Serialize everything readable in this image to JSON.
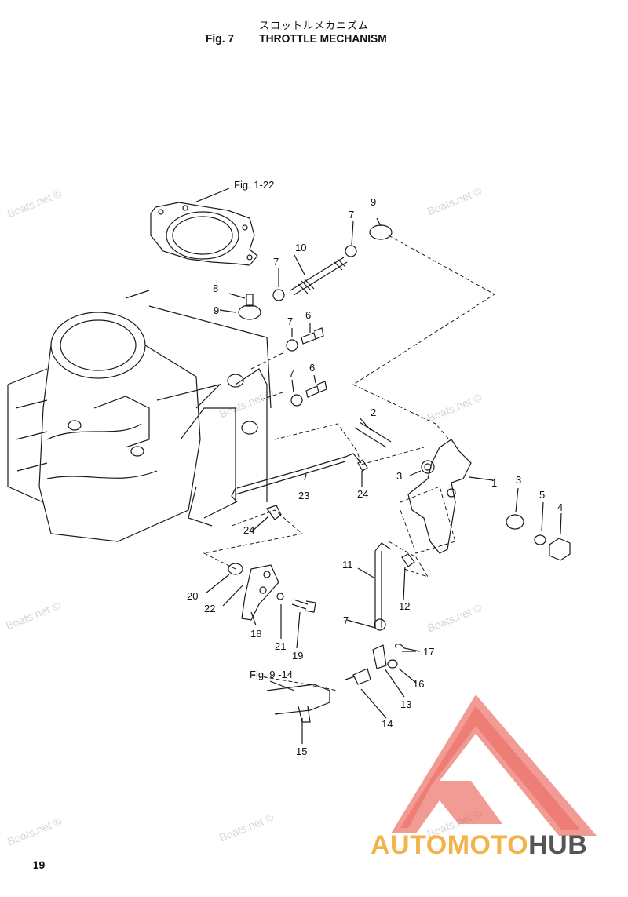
{
  "header": {
    "title_jp": "スロットルメカニズム",
    "fig_label": "Fig. 7",
    "title": "THROTTLE MECHANISM"
  },
  "references": {
    "fig_1_22": "Fig. 1-22",
    "fig_9_14": "Fig. 9 -14"
  },
  "callouts": [
    "1",
    "2",
    "3",
    "3",
    "4",
    "5",
    "6",
    "6",
    "7",
    "7",
    "7",
    "7",
    "7",
    "8",
    "9",
    "9",
    "10",
    "11",
    "12",
    "13",
    "14",
    "15",
    "16",
    "17",
    "18",
    "19",
    "20",
    "21",
    "22",
    "23",
    "24",
    "24"
  ],
  "watermark": "Boats.net ©",
  "page_number": "19",
  "page_number_dash": "–",
  "logo": {
    "part_a": "AUTO",
    "part_b": "MOTO",
    "part_c": "HUB",
    "color_a": "#f4b24a",
    "color_b": "#555555",
    "color_triangle": "#e8473c"
  }
}
